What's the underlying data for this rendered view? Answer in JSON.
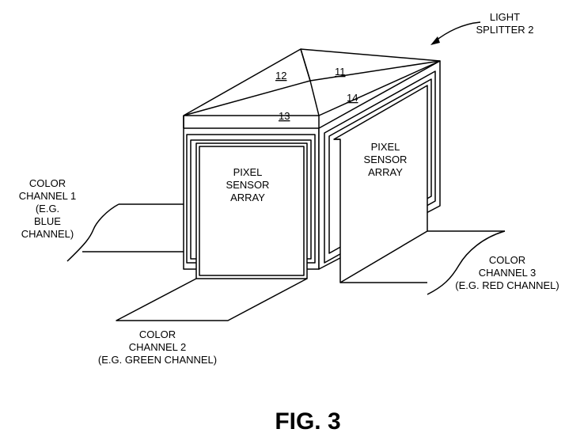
{
  "labels": {
    "light_splitter": [
      "LIGHT",
      "SPLITTER 2"
    ],
    "color_channel_1": [
      "COLOR",
      "CHANNEL 1",
      "(E.G.",
      "BLUE",
      "CHANNEL)"
    ],
    "color_channel_2": [
      "COLOR",
      "CHANNEL 2",
      "(E.G. GREEN CHANNEL)"
    ],
    "color_channel_3": [
      "COLOR",
      "CHANNEL 3",
      "(E.G. RED CHANNEL)"
    ],
    "sensor_front": [
      "PIXEL",
      "SENSOR",
      "ARRAY"
    ],
    "sensor_right": [
      "PIXEL",
      "SENSOR",
      "ARRAY"
    ],
    "ref_numerals": {
      "n11": "11",
      "n12": "12",
      "n13": "13",
      "n14": "14"
    }
  },
  "caption": "FIG. 3"
}
